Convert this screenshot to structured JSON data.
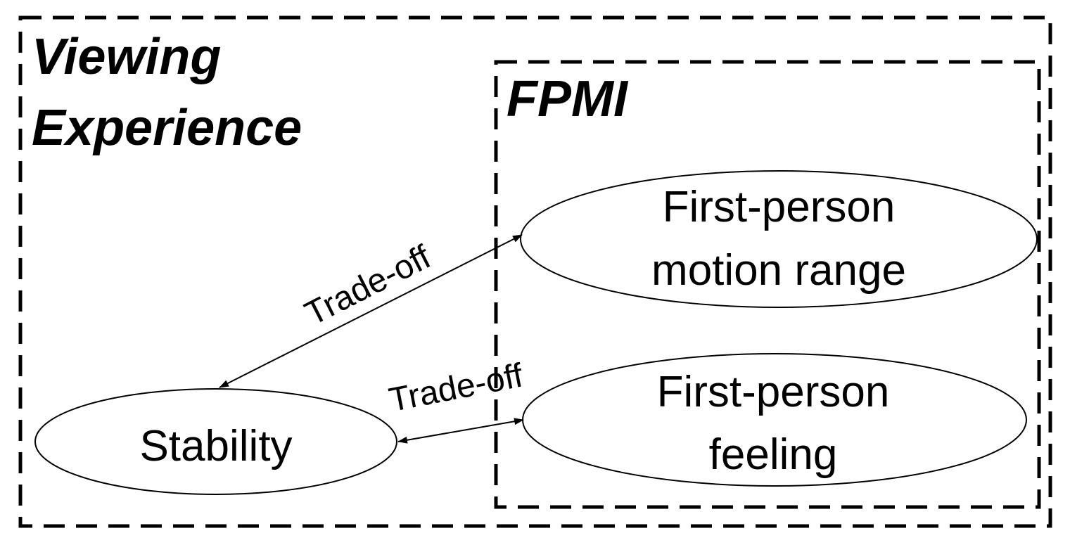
{
  "diagram": {
    "outer_group": {
      "title_line1": "Viewing",
      "title_line2": "Experience"
    },
    "inner_group": {
      "title": "FPMI"
    },
    "nodes": {
      "motion_range": {
        "line1": "First-person",
        "line2": "motion range"
      },
      "feeling": {
        "line1": "First-person",
        "line2": "feeling"
      },
      "stability": {
        "label": "Stability"
      }
    },
    "edges": {
      "stability_motion_range": {
        "label": "Trade-off"
      },
      "stability_feeling": {
        "label": "Trade-off"
      }
    },
    "colors": {
      "stroke": "#000000",
      "background": "#ffffff"
    }
  }
}
